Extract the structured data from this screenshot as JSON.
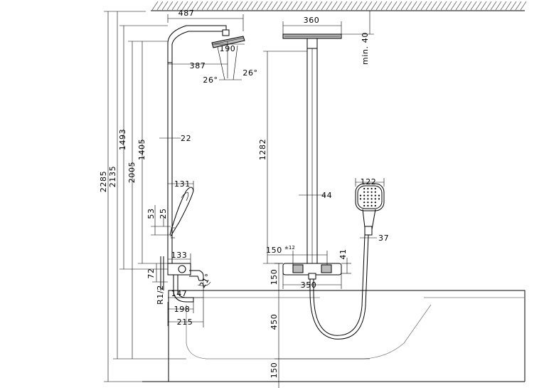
{
  "dimensions": {
    "total_height": "2285",
    "height_2135": "2135",
    "height_2005": "2005",
    "height_1493": "1493",
    "height_1405": "1405",
    "arm_length": "487",
    "head_diameter_side": "190",
    "head_offset": "387",
    "tilt_left": "26°",
    "tilt_right": "26°",
    "pipe_diameter": "22",
    "hand_shower_side": "131",
    "dim_53": "53",
    "dim_25": "25",
    "dim_133": "133",
    "dim_72": "72",
    "thread": "R1/2",
    "dim_147": "147",
    "angle_21": "21°",
    "dim_198": "198",
    "dim_215": "215",
    "head_diameter_front": "360",
    "min_40": "min. 40",
    "rail_height": "1282",
    "rail_diameter": "44",
    "hand_shower_front": "122",
    "hose_dim": "37",
    "inlet_spacing": "150",
    "inlet_tolerance": "±12",
    "dim_41": "41",
    "mixer_height": "150",
    "mixer_width": "350",
    "tub_height": "450",
    "floor_height": "150"
  }
}
